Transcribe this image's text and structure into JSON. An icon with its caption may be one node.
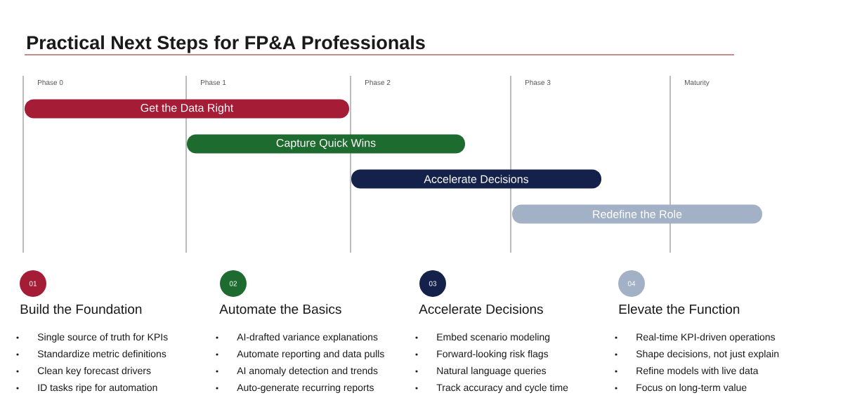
{
  "diagram": {
    "title": "Practical Next Steps for FP&A Professionals",
    "nodes": [
      {
        "text": [
          "Get the Data Right"
        ]
      },
      {
        "text": [
          "Capture Quick Wins"
        ]
      },
      {
        "text": [
          "Accelerate Decisions"
        ]
      },
      {
        "text": [
          "Redefine the Role"
        ]
      },
      {
        "text": [
          "01"
        ]
      },
      {
        "text": [
          "02"
        ]
      },
      {
        "text": [
          "03"
        ]
      },
      {
        "text": [
          "04"
        ]
      }
    ],
    "labels": [
      "Phase 0",
      "Phase 1",
      "Phase 2",
      "Phase 3",
      "Maturity",
      "Build the Foundation",
      "Single source of truth for KPIs",
      "Standardize metric definitions",
      "Clean key forecast drivers",
      "ID tasks ripe for automation",
      "Automate the Basics",
      "AI-drafted variance explanations",
      "Automate reporting and data pulls",
      "AI anomaly detection and trends",
      "Auto-generate recurring reports",
      "Accelerate Decisions",
      "Embed scenario modeling",
      "Forward-looking risk flags",
      "Natural language queries",
      "Track accuracy and cycle time",
      "Elevate the Function",
      "Real-time KPI-driven operations",
      "Shape decisions, not just explain",
      "Refine models with live data",
      "Focus on long-term value"
    ]
  }
}
